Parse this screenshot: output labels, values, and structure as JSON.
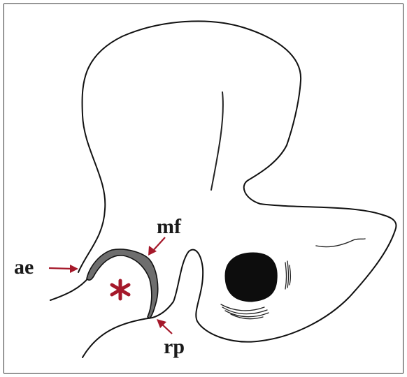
{
  "labels": {
    "mf": "mf",
    "ae": "ae",
    "rp": "rp"
  },
  "marker": "*",
  "colors": {
    "outline": "#111111",
    "cartilage_fill": "#6e6e6e",
    "arrow": "#a5182a",
    "asterisk": "#a5182a",
    "foramen": "#0d0d0d",
    "frame": "#333333"
  }
}
